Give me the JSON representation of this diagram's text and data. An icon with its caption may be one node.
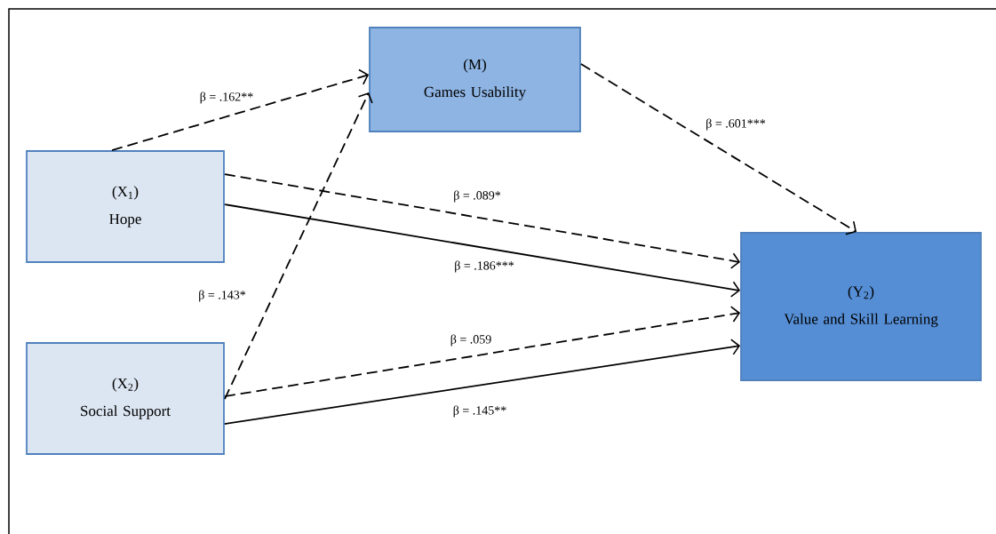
{
  "diagram": {
    "nodes": [
      {
        "text": [
          "(M)",
          "Games Usability"
        ]
      },
      {
        "text": [
          "(X$_{1}$)",
          "Hope"
        ]
      },
      {
        "text": [
          "(X$_{2}$)",
          "Social Support"
        ]
      },
      {
        "text": [
          "(Y$_{2}$)",
          "Value and Skill Learning"
        ]
      }
    ],
    "edges": [
      {
        "from": 1,
        "to": 0,
        "arrow": "to",
        "style": "dashed",
        "label": "β = .162**"
      },
      {
        "from": 0,
        "to": 3,
        "arrow": "to",
        "style": "dashed",
        "label": "β = .601***"
      },
      {
        "from": 1,
        "to": 3,
        "arrow": "to",
        "style": "dashed",
        "label": "β = .089*"
      },
      {
        "from": 1,
        "to": 3,
        "arrow": "to",
        "label": "β = .186***"
      },
      {
        "from": 2,
        "to": 0,
        "arrow": "to",
        "style": "dashed",
        "label": "β = .143*"
      },
      {
        "from": 2,
        "to": 3,
        "arrow": "to",
        "style": "dashed",
        "label": "β = .059"
      },
      {
        "from": 2,
        "to": 3,
        "arrow": "to",
        "label": "β = .145**"
      }
    ]
  }
}
